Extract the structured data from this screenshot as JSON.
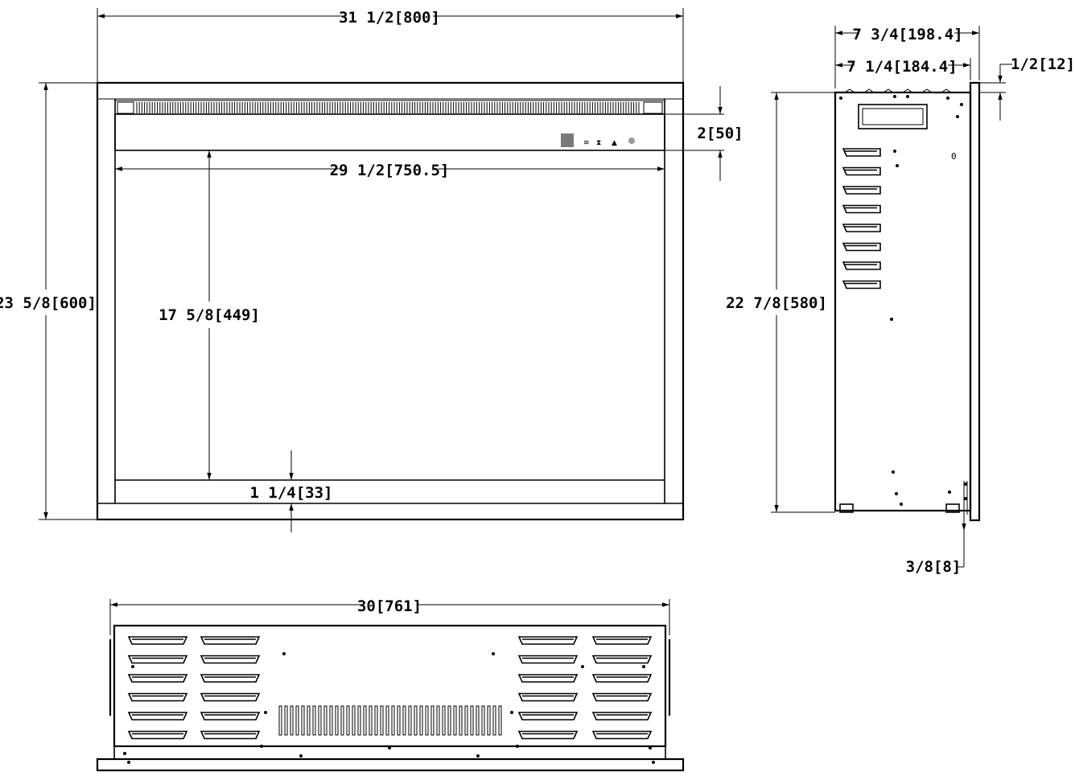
{
  "dimensions": {
    "front_overall_width": "31 1/2[800]",
    "front_overall_height": "23 5/8[600]",
    "front_top_trim": "2[50]",
    "front_opening_width": "29 1/2[750.5]",
    "front_opening_height": "17 5/8[449]",
    "front_bottom_trim": "1 1/4[33]",
    "side_overall_depth": "7 3/4[198.4]",
    "side_body_depth": "7 1/4[184.4]",
    "side_trim_thickness": "1/2[12]",
    "side_body_height": "22 7/8[580]",
    "side_bottom_offset": "3/8[8]",
    "bottom_width": "30[761]"
  },
  "side_label": "0",
  "colors": {
    "line": "#000000",
    "button": "#7a7a7a",
    "led": "#9a9a9a"
  }
}
